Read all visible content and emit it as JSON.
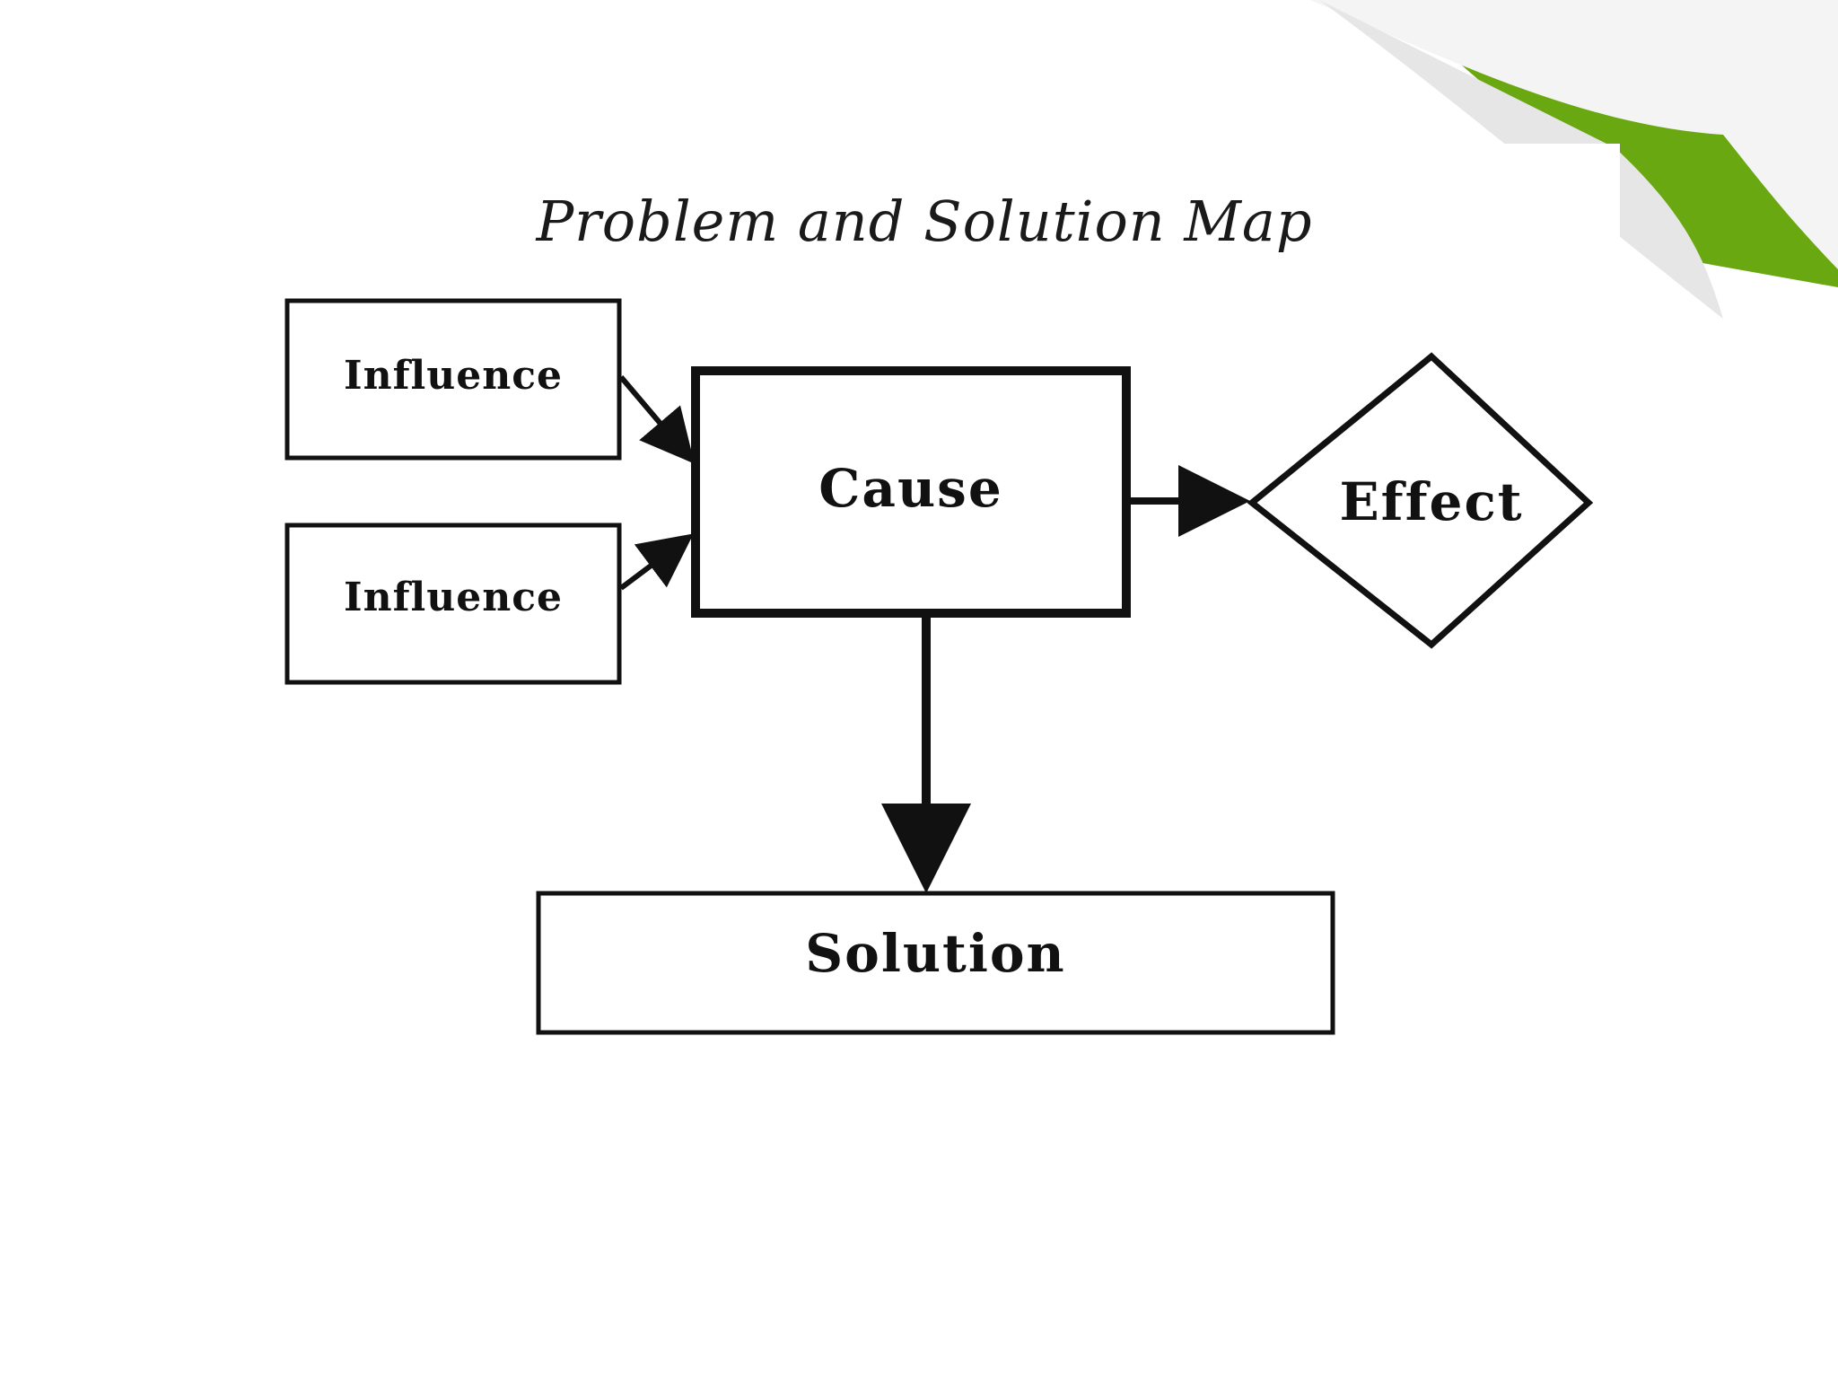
{
  "title": "Problem and Solution Map",
  "nodes": {
    "influence_1": "Influence",
    "influence_2": "Influence",
    "cause": "Cause",
    "effect": "Effect",
    "solution": "Solution"
  },
  "colors": {
    "stroke": "#111111",
    "background": "#ffffff",
    "accent_green": "#6aa812",
    "page_curl": "#f2f2f2"
  }
}
